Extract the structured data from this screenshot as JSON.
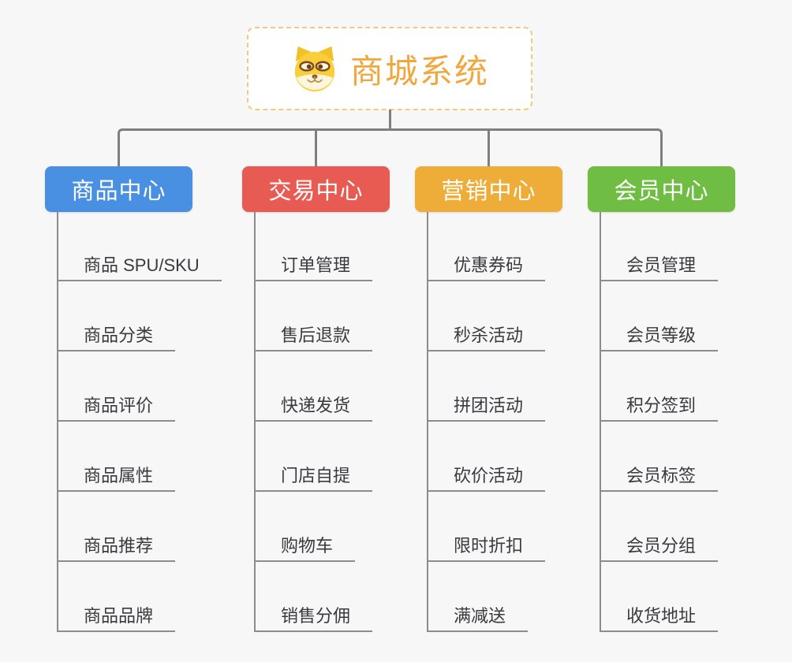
{
  "page": {
    "background_color": "#f7f7f7",
    "connector_color": "#7f7f7f",
    "underline_color": "#8c8c8c"
  },
  "root": {
    "title": "商城系统",
    "icon": "dog-face-icon",
    "text_color": "#f0a83e",
    "border_color": "#f5c87d",
    "background_color": "#ffffff"
  },
  "branches": [
    {
      "label": "商品中心",
      "color": "#4a90e2",
      "children": [
        "商品 SPU/SKU",
        "商品分类",
        "商品评价",
        "商品属性",
        "商品推荐",
        "商品品牌"
      ]
    },
    {
      "label": "交易中心",
      "color": "#e75b52",
      "children": [
        "订单管理",
        "售后退款",
        "快递发货",
        "门店自提",
        "购物车",
        "销售分佣"
      ]
    },
    {
      "label": "营销中心",
      "color": "#eeac38",
      "children": [
        "优惠券码",
        "秒杀活动",
        "拼团活动",
        "砍价活动",
        "限时折扣",
        "满减送"
      ]
    },
    {
      "label": "会员中心",
      "color": "#6fbe43",
      "children": [
        "会员管理",
        "会员等级",
        "积分签到",
        "会员标签",
        "会员分组",
        "收货地址"
      ]
    }
  ]
}
